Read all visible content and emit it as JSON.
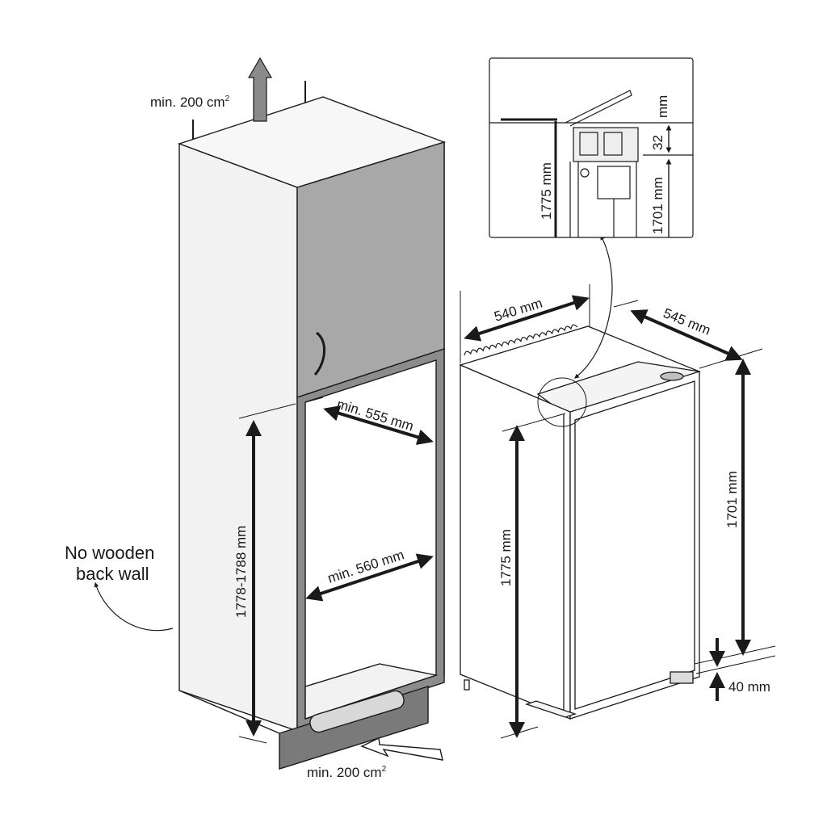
{
  "ventilation": {
    "top_label": "min. 200 cm",
    "bottom_label": "min. 200 cm",
    "unit_superscript": "2"
  },
  "cabinet": {
    "note_line1": "No wooden",
    "note_line2": "back wall",
    "niche_height": "1778-1788 mm",
    "niche_depth": "min. 555 mm",
    "niche_width": "min. 560 mm"
  },
  "appliance": {
    "width": "540 mm",
    "depth": "545 mm",
    "height_total": "1775 mm",
    "height_body": "1701 mm",
    "bottom_gap": "40 mm"
  },
  "detail_view": {
    "height_total": "1775 mm",
    "height_body": "1701 mm",
    "hinge_gap_value": "32",
    "hinge_gap_unit": "mm"
  },
  "colors": {
    "line": "#1a1a1a",
    "cabinet_side": "#f2f2f2",
    "cabinet_top": "#f7f7f7",
    "upper_door": "#a8a8a8",
    "niche_frame": "#8c8c8c",
    "plinth": "#7a7a7a",
    "arrow_fill": "#8a8a8a"
  }
}
